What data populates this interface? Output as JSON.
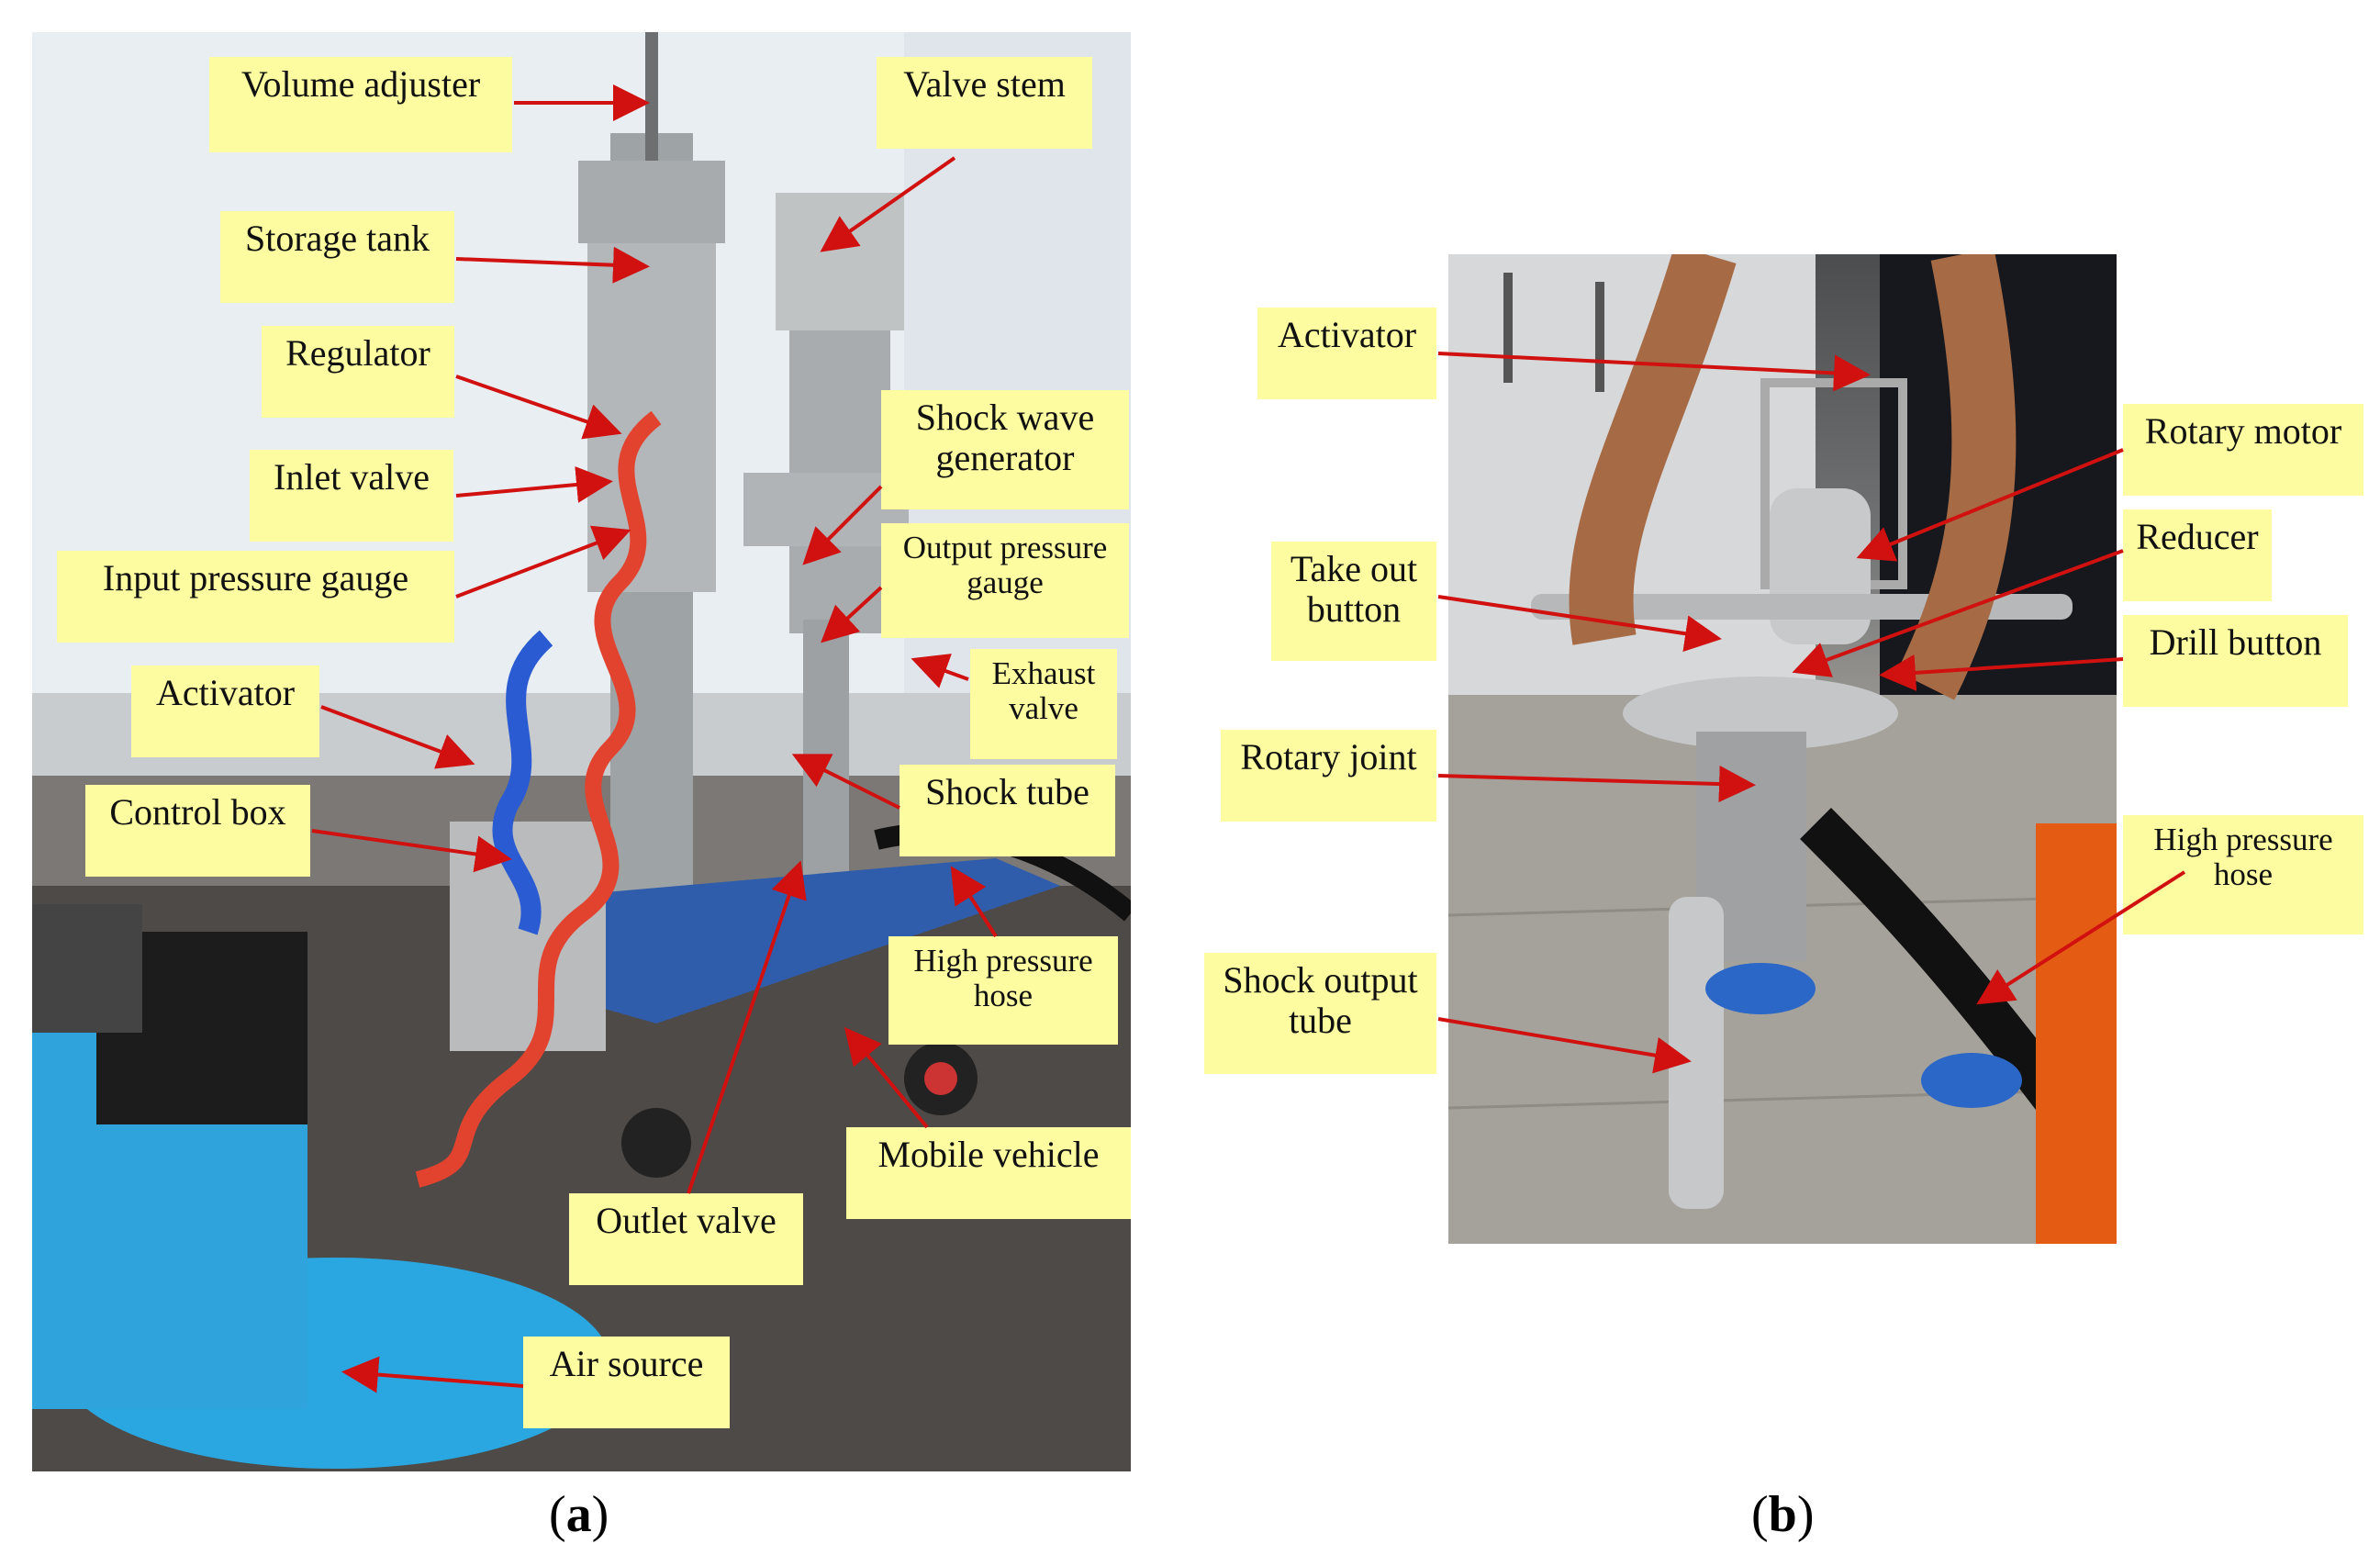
{
  "panel_a": {
    "caption_open": "(",
    "caption_letter": "a",
    "caption_close": ")",
    "labels": {
      "volume_adjuster": "Volume adjuster",
      "valve_stem": "Valve stem",
      "storage_tank": "Storage tank",
      "regulator": "Regulator",
      "shock_wave_generator_1": "Shock wave",
      "shock_wave_generator_2": "generator",
      "inlet_valve": "Inlet valve",
      "output_pressure_gauge_1": "Output pressure",
      "output_pressure_gauge_2": "gauge",
      "input_pressure_gauge": "Input pressure gauge",
      "exhaust_valve_1": "Exhaust",
      "exhaust_valve_2": "valve",
      "activator": "Activator",
      "shock_tube": "Shock tube",
      "control_box": "Control box",
      "high_pressure_hose_1": "High pressure",
      "high_pressure_hose_2": "hose",
      "mobile_vehicle": "Mobile vehicle",
      "outlet_valve": "Outlet valve",
      "air_source": "Air source"
    }
  },
  "panel_b": {
    "caption_open": "(",
    "caption_letter": "b",
    "caption_close": ")",
    "labels": {
      "activator": "Activator",
      "rotary_motor": "Rotary motor",
      "take_out_button_1": "Take out",
      "take_out_button_2": "button",
      "reducer": "Reducer",
      "drill_button": "Drill button",
      "rotary_joint": "Rotary joint",
      "high_pressure_hose_1": "High pressure",
      "high_pressure_hose_2": "hose",
      "shock_output_tube_1": "Shock output",
      "shock_output_tube_2": "tube"
    }
  },
  "colors": {
    "label_background": "#fdfca0",
    "arrow": "#d11010"
  }
}
